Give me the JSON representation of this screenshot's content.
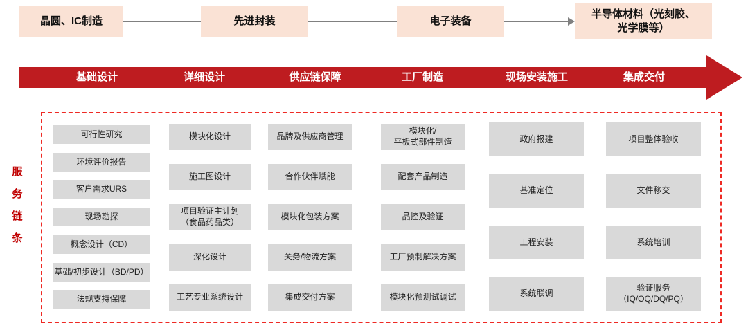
{
  "diagram": {
    "industry_chain": [
      "晶圆、IC制造",
      "先进封装",
      "电子装备",
      "半导体材料（光刻胶、\n光学膜等）"
    ],
    "stages": [
      "基础设计",
      "详细设计",
      "供应链保障",
      "工厂制造",
      "现场安装施工",
      "集成交付"
    ],
    "side_label": "服务链条",
    "columns": [
      {
        "stage": "基础设计",
        "items": [
          "可行性研究",
          "环境评价报告",
          "客户需求URS",
          "现场勘探",
          "概念设计（CD）",
          "基础/初步设计（BD/PD）",
          "法规支持保障"
        ]
      },
      {
        "stage": "详细设计",
        "items": [
          "模块化设计",
          "施工图设计",
          "项目验证主计划\n（食品药品类）",
          "深化设计",
          "工艺专业系统设计"
        ]
      },
      {
        "stage": "供应链保障",
        "items": [
          "品牌及供应商管理",
          "合作伙伴赋能",
          "模块化包装方案",
          "关务/物流方案",
          "集成交付方案"
        ]
      },
      {
        "stage": "工厂制造",
        "items": [
          "模块化/\n平板式部件制造",
          "配套产品制造",
          "品控及验证",
          "工厂预制解决方案",
          "模块化预测试调试"
        ]
      },
      {
        "stage": "现场安装施工",
        "items": [
          "政府报建",
          "基准定位",
          "工程安装",
          "系统联调"
        ]
      },
      {
        "stage": "集成交付",
        "items": [
          "项目整体验收",
          "文件移交",
          "系统培训",
          "验证服务\n（IQ/OQ/DQ/PQ）"
        ]
      }
    ],
    "colors": {
      "banner_red": "#be1c20",
      "side_label_red": "#c00000",
      "industry_box_peach": "#fae2d5",
      "service_box_gray": "#d9d9d9",
      "dashed_border_red": "#ee2a24",
      "connector_gray": "#808080"
    }
  }
}
